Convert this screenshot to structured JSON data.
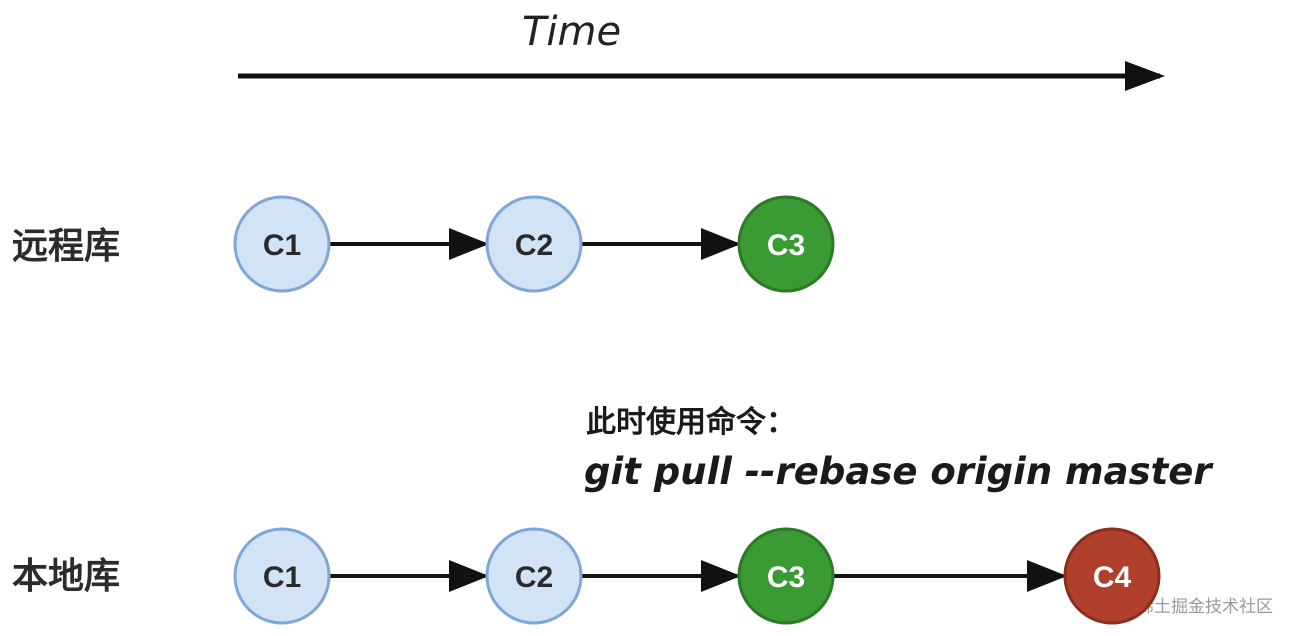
{
  "time_axis": {
    "label": "Time"
  },
  "command": {
    "line1": "此时使用命令：",
    "line2": "git pull --rebase origin master"
  },
  "watermark": "@稀土掘金技术社区",
  "colors": {
    "old_commit_fill": "#d3e3f6",
    "old_commit_stroke": "#7ea6d6",
    "old_commit_text": "#2a2a2a",
    "remote_commit_fill": "#3a9a33",
    "remote_commit_stroke": "#2a7a26",
    "remote_commit_text": "#ffffff",
    "local_commit_fill": "#b0402c",
    "local_commit_stroke": "#8a2e1e",
    "local_commit_text": "#ffffff",
    "arrow": "#111111"
  },
  "rows": [
    {
      "label": "远程库",
      "commits": [
        {
          "id": "C1",
          "kind": "old"
        },
        {
          "id": "C2",
          "kind": "old"
        },
        {
          "id": "C3",
          "kind": "remote"
        }
      ]
    },
    {
      "label": "本地库",
      "commits": [
        {
          "id": "C1",
          "kind": "old"
        },
        {
          "id": "C2",
          "kind": "old"
        },
        {
          "id": "C3",
          "kind": "remote"
        },
        {
          "id": "C4",
          "kind": "local"
        }
      ]
    }
  ]
}
